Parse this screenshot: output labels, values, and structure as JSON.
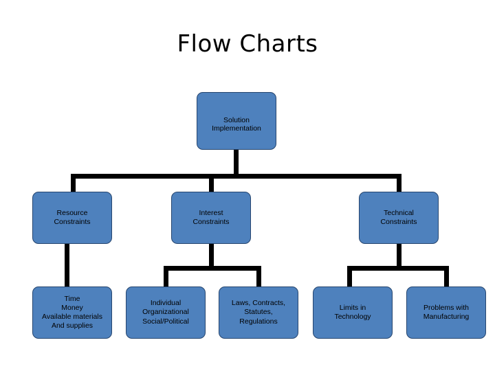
{
  "slide": {
    "title": "Flow Charts",
    "background_color": "#FFFFFF",
    "node_fill": "#4E81BD",
    "node_border": "#26456E",
    "connector_color": "#000000"
  },
  "diagram": {
    "type": "org-chart",
    "root": {
      "id": "solution-implementation",
      "label": "Solution\nImplementation",
      "lines": [
        "Solution",
        "Implementation"
      ]
    },
    "level2": [
      {
        "id": "resource-constraints",
        "lines": [
          "Resource",
          "Constraints"
        ]
      },
      {
        "id": "interest-constraints",
        "lines": [
          "Interest",
          "Constraints"
        ]
      },
      {
        "id": "technical-constraints",
        "lines": [
          "Technical",
          "Constraints"
        ]
      }
    ],
    "level3": [
      {
        "id": "resource-details",
        "parent": "resource-constraints",
        "lines": [
          "Time",
          "Money",
          "Available materials",
          "And supplies"
        ]
      },
      {
        "id": "individual-organizational",
        "parent": "interest-constraints",
        "lines": [
          "Individual",
          "Organizational",
          "Social/Political"
        ]
      },
      {
        "id": "laws-contracts",
        "parent": "interest-constraints",
        "lines": [
          "Laws, Contracts,",
          "Statutes,",
          "Regulations"
        ]
      },
      {
        "id": "limits-in-technology",
        "parent": "technical-constraints",
        "lines": [
          "Limits in",
          "Technology"
        ]
      },
      {
        "id": "problems-with-manufacturing",
        "parent": "technical-constraints",
        "lines": [
          "Problems with",
          "Manufacturing"
        ]
      }
    ]
  }
}
